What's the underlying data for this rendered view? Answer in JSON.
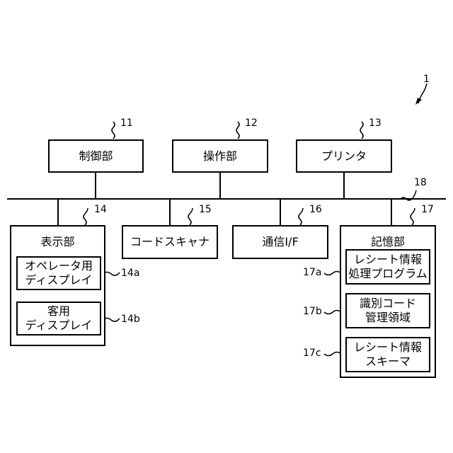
{
  "system_ref": "1",
  "bus": {
    "ref": "18"
  },
  "blocks": {
    "control": {
      "ref": "11",
      "label": "制御部"
    },
    "operation": {
      "ref": "12",
      "label": "操作部"
    },
    "printer": {
      "ref": "13",
      "label": "プリンタ"
    },
    "display": {
      "ref": "14",
      "label": "表示部"
    },
    "operator_display": {
      "ref": "14a",
      "label": "オペレータ用\nディスプレイ"
    },
    "customer_display": {
      "ref": "14b",
      "label": "客用\nディスプレイ"
    },
    "code_scanner": {
      "ref": "15",
      "label": "コードスキャナ"
    },
    "comm_if": {
      "ref": "16",
      "label": "通信I/F"
    },
    "storage": {
      "ref": "17",
      "label": "記憶部"
    },
    "receipt_program": {
      "ref": "17a",
      "label": "レシート情報\n処理プログラム"
    },
    "code_area": {
      "ref": "17b",
      "label": "識別コード\n管理領域"
    },
    "receipt_schema": {
      "ref": "17c",
      "label": "レシート情報\nスキーマ"
    }
  }
}
